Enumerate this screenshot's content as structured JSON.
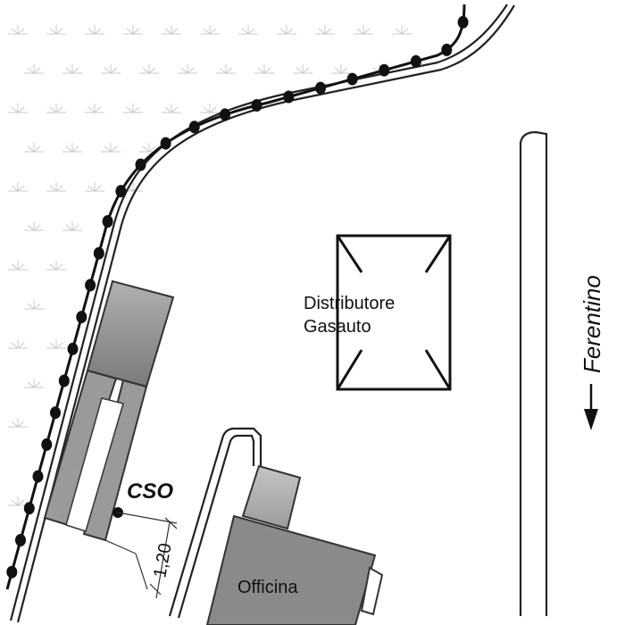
{
  "labels": {
    "station_line1": "Distributore",
    "station_line2": "Gasauto",
    "cso": "CSO",
    "dimension": "1,20",
    "workshop": "Officina",
    "direction": "Ferentino"
  },
  "colors": {
    "ink": "#111111",
    "building_fill": "#9a9a9a",
    "building_light": "#b8b8b8",
    "vegetation": "#c8c8c8",
    "ground": "#ffffff"
  },
  "icons": {
    "vegetation_symbol": "grass-tuft-icon",
    "fence_post": "fence-post-icon",
    "direction_arrow": "arrow-left-icon"
  }
}
